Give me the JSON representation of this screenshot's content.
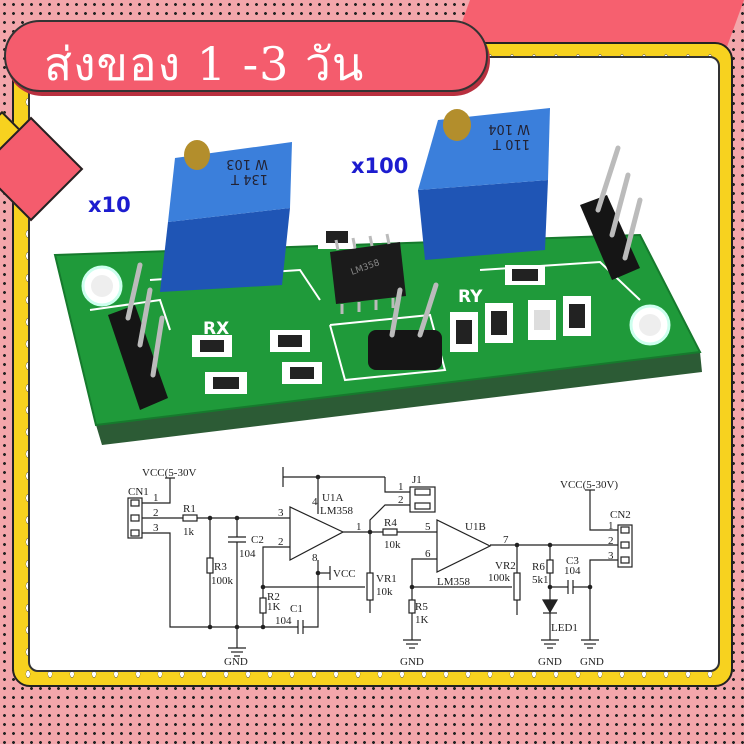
{
  "banner": {
    "text": "ส่งของ 1 -3 วัน"
  },
  "photo": {
    "gain_low_label": "x10",
    "gain_high_label": "x100",
    "pot1_marking": [
      "W 103",
      "134 T"
    ],
    "pot2_marking": [
      "W 104",
      "110 T"
    ],
    "ic_marking": "LM358",
    "silkscreen": [
      "RX",
      "RY"
    ]
  },
  "schematic": {
    "vcc_left": "VCC(5-30V",
    "cn1": "CN1",
    "cn1_pins": [
      "1",
      "2",
      "3"
    ],
    "r1": "R1",
    "r1_val": "1k",
    "c2": "C2",
    "c2_val": "104",
    "r3": "R3",
    "r3_val": "100k",
    "r2": "R2",
    "r2_val": "1K",
    "c1": "C1",
    "c1_val": "104",
    "u1a": "U1A",
    "u1a_part": "LM358",
    "u1a_pins": [
      "3",
      "2",
      "4",
      "8",
      "1"
    ],
    "vcc_mid": "VCC",
    "j1": "J1",
    "j1_pins": [
      "1",
      "2"
    ],
    "r4": "R4",
    "r4_val": "10k",
    "vr1": "VR1",
    "vr1_val": "10k",
    "u1b": "U1B",
    "u1b_part": "LM358",
    "u1b_pins": [
      "5",
      "6",
      "7"
    ],
    "r5": "R5",
    "r5_val": "1K",
    "vr2": "VR2",
    "vr2_val": "100k",
    "r6": "R6",
    "r6_val": "5k1",
    "c3": "C3",
    "c3_val": "104",
    "led": "LED1",
    "vcc_right": "VCC(5-30V)",
    "cn2": "CN2",
    "cn2_pins": [
      "1",
      "2",
      "3"
    ],
    "gnd": "GND"
  },
  "colors": {
    "banner": "#f45c6d",
    "frame": "#f7d21f",
    "pcb": "#1f9a3a",
    "pot": "#2f6fd0",
    "gain_text": "#1c1ccf"
  }
}
